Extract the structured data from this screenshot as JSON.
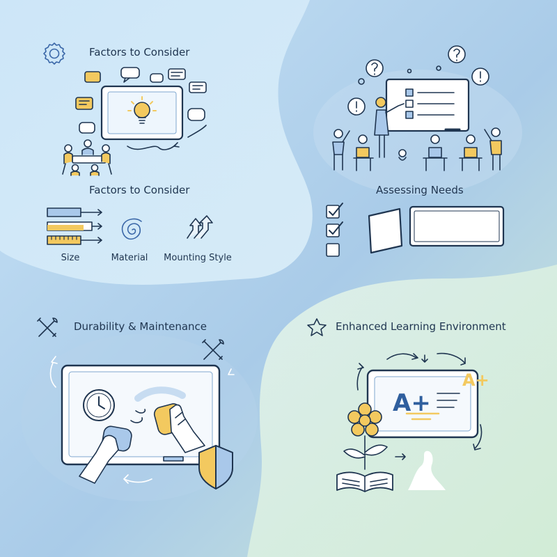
{
  "panels": {
    "top_left": {
      "title": "Factors to Consider",
      "subtitle": "Factors to Consider",
      "factors": [
        "Size",
        "Material",
        "Mounting Style"
      ]
    },
    "top_right": {
      "title": "Assessing Needs"
    },
    "bottom_left": {
      "title": "Durability & Maintenance"
    },
    "bottom_right": {
      "title": "Enhanced Learning Environment",
      "board_grade": "A+",
      "corner_grade": "A+"
    }
  },
  "colors": {
    "ink": "#1f3550",
    "accent_yellow": "#f3c95f",
    "accent_blue": "#a9c8ea",
    "bg_blue": "#cfe6f6",
    "bg_green": "#d9eedc"
  },
  "icons": [
    "gear-icon",
    "lightbulb-icon",
    "checkbox-icon",
    "tools-icon",
    "clock-icon",
    "shield-icon",
    "star-icon",
    "flower-icon",
    "book-icon"
  ]
}
